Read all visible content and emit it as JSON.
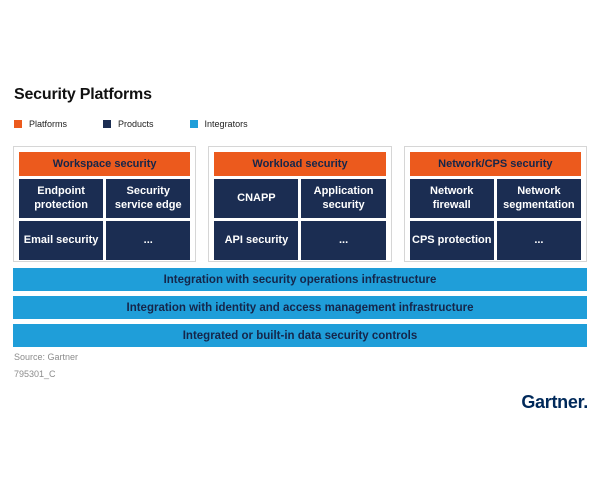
{
  "title": "Security Platforms",
  "legend": [
    {
      "label": "Platforms",
      "color": "#EC5A1D"
    },
    {
      "label": "Products",
      "color": "#1B2D52"
    },
    {
      "label": "Integrators",
      "color": "#1F9ED9"
    }
  ],
  "columns": [
    {
      "header": "Workspace security",
      "cells": [
        "Endpoint protection",
        "Security service edge",
        "Email security",
        "..."
      ]
    },
    {
      "header": "Workload security",
      "cells": [
        "CNAPP",
        "Application security",
        "API security",
        "..."
      ]
    },
    {
      "header": "Network/CPS security",
      "cells": [
        "Network firewall",
        "Network segmentation",
        "CPS protection",
        "..."
      ]
    }
  ],
  "integrators": [
    "Integration with security operations infrastructure",
    "Integration with identity and access management infrastructure",
    "Integrated or built-in data security controls"
  ],
  "source": "Source: Gartner",
  "figure_id": "795301_C",
  "brand": "Gartner",
  "colors": {
    "platform_orange": "#EC5A1D",
    "product_navy": "#1B2D52",
    "integrator_blue": "#1F9ED9",
    "header_text_navy": "#15264A",
    "border_gray": "#D6D6D6",
    "source_gray": "#8C8C8C",
    "logo_navy": "#00295A"
  }
}
